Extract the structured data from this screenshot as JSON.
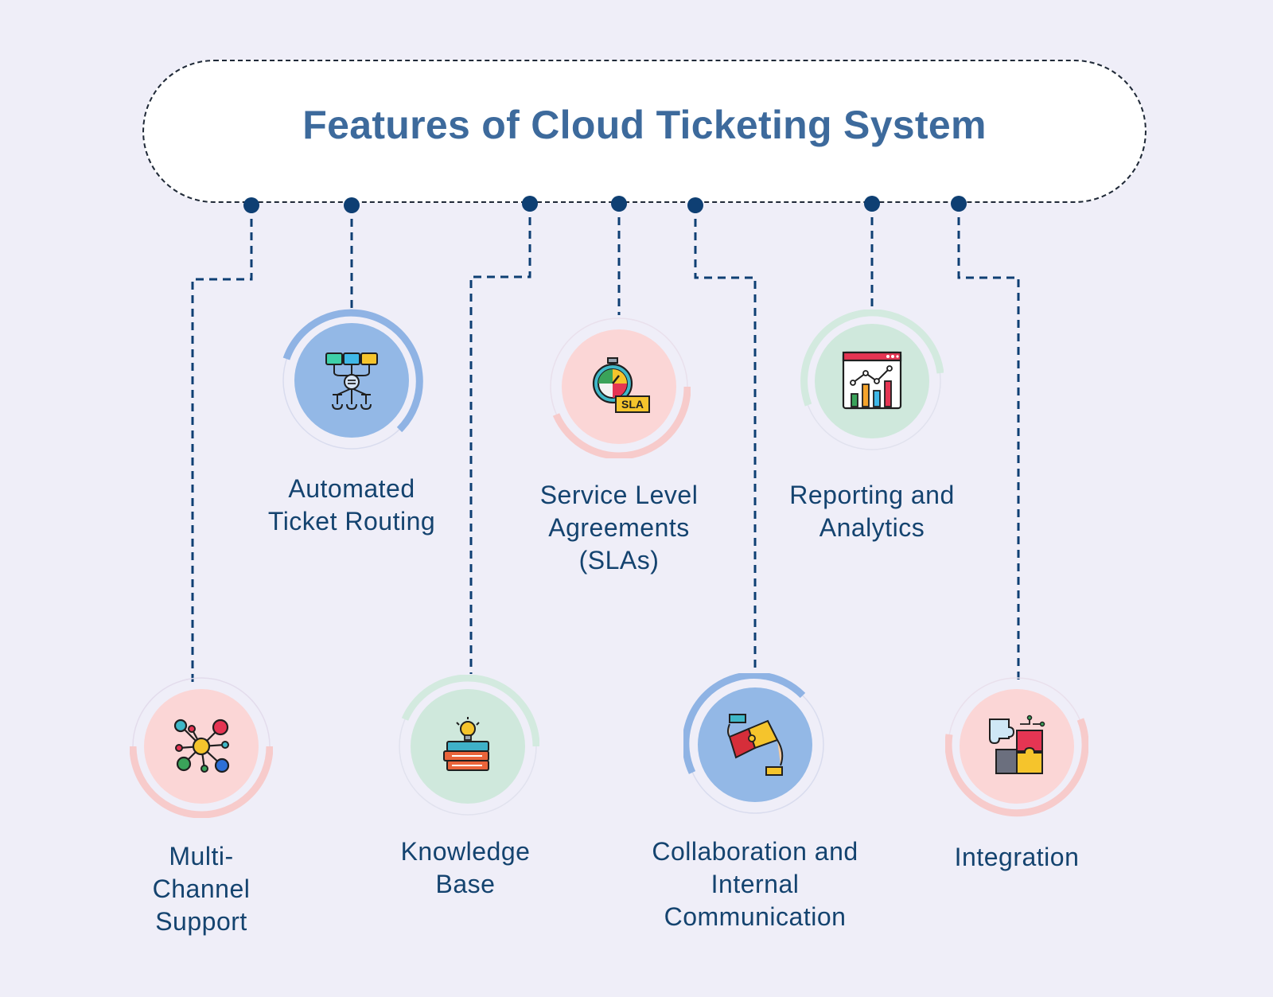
{
  "title": "Features of Cloud Ticketing System",
  "colors": {
    "background": "#efeef8",
    "title": "#3d6a9c",
    "label": "#14436f",
    "connector": "#0e3f73",
    "pink_fill": "#fbd6d6",
    "pink_arc": "#f7cbcb",
    "blue_fill": "#93b8e6",
    "blue_arc": "#8fb3e4",
    "green_fill": "#cfe8dc",
    "green_arc": "#d3eadf"
  },
  "features": [
    {
      "label_lines": [
        "Multi-",
        "Channel",
        "Support"
      ],
      "icon": "network-hub-icon",
      "theme": "pink"
    },
    {
      "label_lines": [
        "Automated",
        "Ticket Routing"
      ],
      "icon": "ticket-routing-icon",
      "theme": "blue"
    },
    {
      "label_lines": [
        "Knowledge",
        "Base"
      ],
      "icon": "books-lightbulb-icon",
      "theme": "green"
    },
    {
      "label_lines": [
        "Service Level",
        "Agreements",
        "(SLAs)"
      ],
      "icon": "sla-stopwatch-icon",
      "theme": "pink"
    },
    {
      "label_lines": [
        "Collaboration and",
        "Internal",
        "Communication"
      ],
      "icon": "puzzle-handshake-icon",
      "theme": "blue"
    },
    {
      "label_lines": [
        "Reporting and",
        "Analytics"
      ],
      "icon": "analytics-chart-icon",
      "theme": "green"
    },
    {
      "label_lines": [
        "Integration"
      ],
      "icon": "puzzle-pieces-icon",
      "theme": "pink"
    }
  ]
}
